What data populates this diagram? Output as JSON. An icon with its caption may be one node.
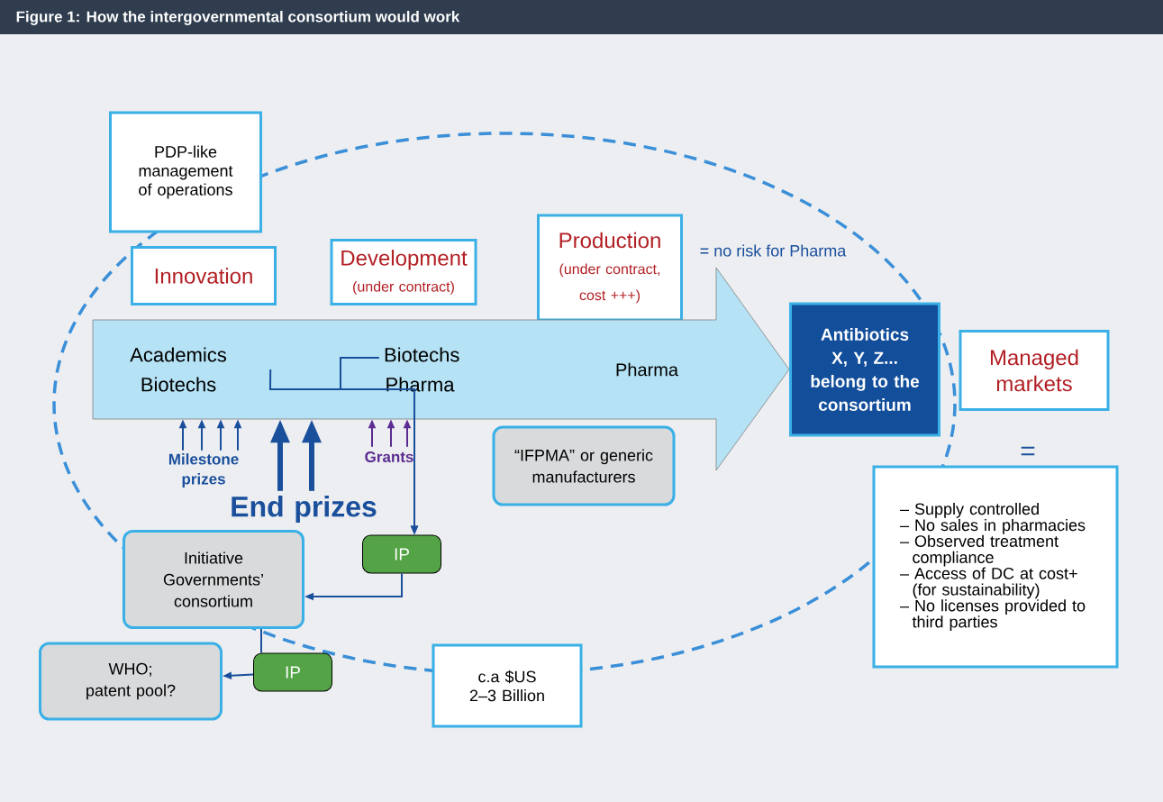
{
  "diagram": {
    "title": "Figure 1: How the intergovernmental consortium would work",
    "nodes": [
      {
        "text": [
          "PDP-like management of operations"
        ]
      },
      {
        "text": [
          "Innovation"
        ]
      },
      {
        "text": [
          "Development",
          "(under contract)"
        ]
      },
      {
        "text": [
          "Production",
          "(under contract, cost +++)"
        ],
        "beside": [
          "= no risk for Pharma"
        ]
      },
      {
        "text": [],
        "shape": "arrow"
      },
      {
        "text": [
          "Academics Biotechs"
        ],
        "in": 4
      },
      {
        "text": [
          "Biotechs Pharma"
        ],
        "in": 4
      },
      {
        "text": [
          "Antibiotics X, Y, Z... belong to the consortium"
        ]
      },
      {
        "text": [
          "Managed markets"
        ]
      },
      {
        "text": [
          "– Supply controlled",
          "– No sales in pharmacies",
          "– Observed treatment compliance",
          "– Access of DC at cost+ (for sustainability)",
          "– No licenses provided to third parties"
        ]
      },
      {
        "text": [
          "“IFPMA” or generic manufacturers"
        ]
      },
      {
        "text": [
          "Milestone prizes"
        ]
      },
      {
        "text": [
          "End prizes"
        ]
      },
      {
        "text": [
          "Grants"
        ]
      },
      {
        "text": [
          "Initiative Governments’ consortium"
        ]
      },
      {
        "text": [
          "IP"
        ]
      },
      {
        "text": [
          "WHO; patent pool?"
        ]
      },
      {
        "text": [
          "IP"
        ]
      },
      {
        "text": [
          "c.a $US 2–3 Billion"
        ]
      }
    ],
    "edges": [
      {
        "from": 11,
        "to": 4,
        "arrow": "to"
      },
      {
        "from": 11,
        "to": 4,
        "arrow": "to"
      },
      {
        "from": 11,
        "to": 4,
        "arrow": "to"
      },
      {
        "from": 11,
        "to": 4,
        "arrow": "to"
      },
      {
        "from": 12,
        "to": 4,
        "arrow": "to",
        "style": "thick"
      },
      {
        "from": 12,
        "to": 4,
        "arrow": "to",
        "style": "thick"
      },
      {
        "from": 13,
        "to": 4,
        "arrow": "to",
        "color": "#5c2d91"
      },
      {
        "from": 13,
        "to": 4,
        "arrow": "to",
        "color": "#5c2d91"
      },
      {
        "from": 13,
        "to": 4,
        "arrow": "to",
        "color": "#5c2d91"
      },
      {
        "from": 5,
        "to": 15,
        "arrow": "to"
      },
      {
        "from": 6,
        "to": 15,
        "arrow": "to"
      },
      {
        "from": 15,
        "to": 14,
        "arrow": "to"
      },
      {
        "from": 14,
        "to": 17,
        "arrow": "none"
      },
      {
        "from": 17,
        "to": 16,
        "arrow": "to"
      }
    ],
    "labels": [
      "Pharma",
      "="
    ]
  }
}
